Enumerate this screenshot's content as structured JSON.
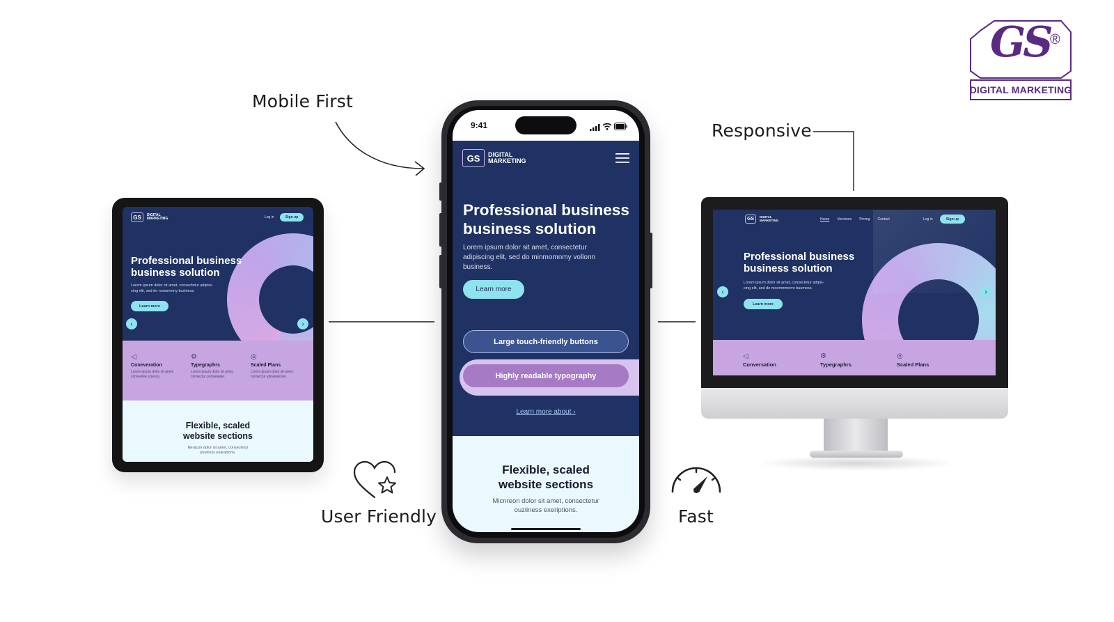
{
  "callouts": {
    "mobile_first": "Mobile First",
    "responsive": "Responsive",
    "user_friendly": "User Friendly",
    "fast": "Fast"
  },
  "logo": {
    "mark": "GS",
    "registered": "®",
    "tagline": "DIGITAL MARKETING"
  },
  "brand_mini": {
    "mark": "GS",
    "line1": "DIGITAL",
    "line2": "MARKETING"
  },
  "tablet": {
    "login": "Log in",
    "signup": "Sign up",
    "hero_title_1": "Professional business",
    "hero_title_2": "business solution",
    "hero_sub_1": "Lorem ipsum dolor sit amet, consectetur adipisc-",
    "hero_sub_2": "cing elit, sed do nonummny business.",
    "cta": "Learn more",
    "features": [
      {
        "title": "Coneveration",
        "text1": "Lorem ipsum dolor sit amet,",
        "text2": "conseelee sciesos."
      },
      {
        "title": "Typegraphrs",
        "text1": "Lorem ipsum dolor sit amet,",
        "text2": "consectur portaeaiale."
      },
      {
        "title": "Scaled Plans",
        "text1": "Lorem ipsum dolor sit amet,",
        "text2": "consectur ypnaeaicare."
      }
    ],
    "section_title_1": "Flexible, scaled",
    "section_title_2": "website sections",
    "section_text_1": "Neracon dolor sit amet, consectetur",
    "section_text_2": "puvinsss exaraitions."
  },
  "phone": {
    "time": "9:41",
    "hero_title_1": "Professional business",
    "hero_title_2": "business solution",
    "hero_sub_1": "Lorem ipsum dolor sit amet, consectetur",
    "hero_sub_2": "adipiscing elit, sed do minmomnmy vollonn",
    "hero_sub_3": "business.",
    "cta": "Learn more",
    "btn_touch": "Large touch-friendly buttons",
    "btn_typo": "Highly readable typography",
    "link": "Learn more about",
    "link_arrow": "›",
    "section_title_1": "Flexible, scaled",
    "section_title_2": "website sections",
    "section_text_1": "Micnreon dolor sit amet, consectetur",
    "section_text_2": "ouziiness exeriptions."
  },
  "desktop": {
    "nav": [
      "Home",
      "Vervioors",
      "Pricing",
      "Contact"
    ],
    "login": "Log in",
    "signup": "Sign up",
    "hero_title_1": "Professional business",
    "hero_title_2": "business solution",
    "hero_sub_1": "Lorem ipsum dolor sit amet, consectetur adipis-",
    "hero_sub_2": "cing elit, sed do moommmnmr buomess.",
    "cta": "Learn more",
    "features": [
      {
        "title": "Conversation"
      },
      {
        "title": "Typegraphrs"
      },
      {
        "title": "Scaled Plans"
      }
    ]
  },
  "colors": {
    "navy": "#1f3263",
    "lilac": "#c6a5e0",
    "teal": "#8fe3ee",
    "ice": "#eaf9fd",
    "brand_purple": "#5a2a82"
  },
  "icons": [
    "heart-star-icon",
    "speedometer-icon",
    "curved-arrow-icon",
    "hamburger-menu-icon",
    "megaphone-icon",
    "gear-icon"
  ]
}
